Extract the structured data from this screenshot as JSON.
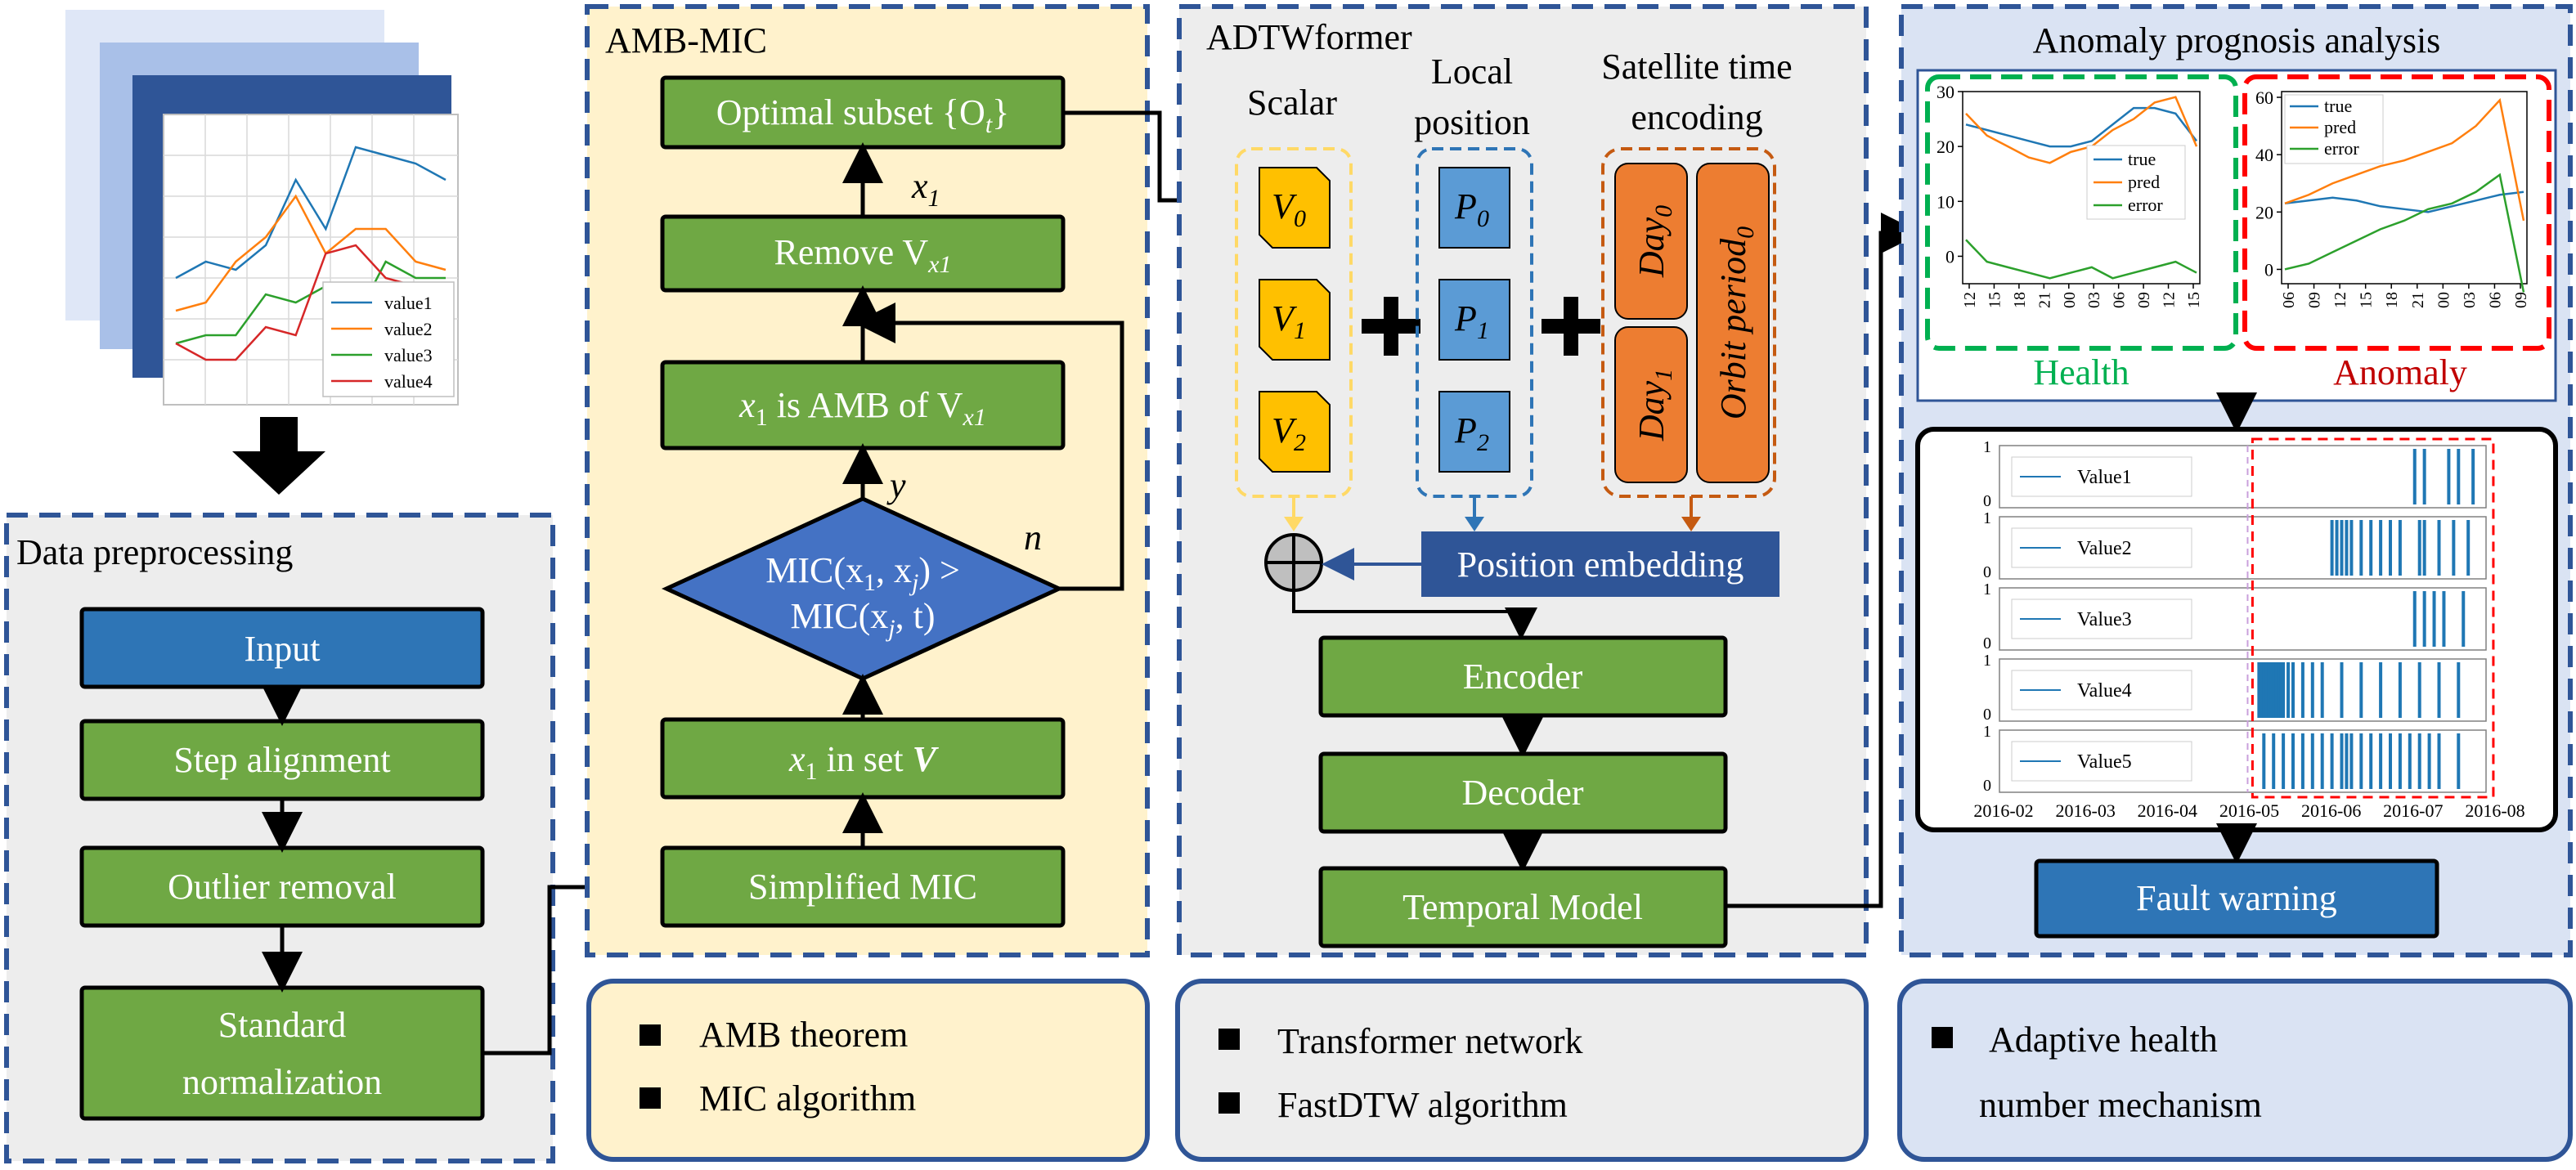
{
  "sections": {
    "preprocessing": {
      "title": "Data preprocessing",
      "steps": [
        "Input",
        "Step alignment",
        "Outlier removal",
        "Standard",
        "normalization"
      ]
    },
    "amb_mic": {
      "title": "AMB-MIC",
      "nodes": {
        "optimal": "Optimal subset {O",
        "optimal_sub": "t",
        "x1_label": "x",
        "x1_sub": "1",
        "remove": "Remove V",
        "remove_sub": "x1",
        "is_amb_a": "x",
        "is_amb_b": "1",
        "is_amb_c": " is AMB of V",
        "is_amb_d": "x1",
        "y_label": "y",
        "n_label": "n",
        "mic_line1": "MIC(x",
        "mic_line1_b": "1",
        "mic_line1_c": ", x",
        "mic_line1_d": "j",
        "mic_line1_e": ") >",
        "mic_line2": "MIC(x",
        "mic_line2_b": "j",
        "mic_line2_c": ", t)",
        "inset_a": "x",
        "inset_b": "1",
        "inset_c": " in set ",
        "inset_d": "V",
        "simplified": "Simplified MIC"
      }
    },
    "adtwformer": {
      "title": "ADTWformer",
      "scalar_label": "Scalar",
      "local_label_1": "Local",
      "local_label_2": "position",
      "sat_label_1": "Satellite time",
      "sat_label_2": "encoding",
      "v_sym": "V",
      "p_sym": "P",
      "subs": [
        "0",
        "1",
        "2"
      ],
      "day": "Day",
      "orbit": "Orbit period",
      "position_embedding": "Position embedding",
      "encoder": "Encoder",
      "decoder": "Decoder",
      "temporal": "Temporal Model"
    },
    "anomaly": {
      "title": "Anomaly prognosis analysis",
      "health_label": "Health",
      "anomaly_label": "Anomaly",
      "fault_warning": "Fault warning"
    }
  },
  "legends": {
    "amb": [
      "AMB theorem",
      "MIC algorithm"
    ],
    "adtw": [
      "Transformer network",
      "FastDTW algorithm"
    ],
    "anomaly": [
      "Adaptive health",
      "number mechanism"
    ]
  },
  "colors": {
    "green": "#6fa844",
    "blue_box": "#2e75b6",
    "diamond": "#4472c4",
    "orange": "#ed7d31",
    "yellow": "#ffc000",
    "light_blue": "#5b9bd5",
    "dash_border": "#2f5597"
  },
  "chart_data": [
    {
      "type": "line",
      "series": [
        {
          "name": "value1",
          "values": [
            12,
            14,
            13,
            16,
            24,
            18,
            28,
            27,
            26,
            24
          ]
        },
        {
          "name": "value2",
          "values": [
            8,
            9,
            14,
            17,
            22,
            15,
            18,
            18,
            14,
            13
          ]
        },
        {
          "name": "value3",
          "values": [
            4,
            5,
            5,
            10,
            9,
            11,
            7,
            14,
            12,
            12
          ]
        },
        {
          "name": "value4",
          "values": [
            4,
            2,
            2,
            6,
            5,
            15,
            16,
            12,
            11,
            10
          ]
        }
      ]
    },
    {
      "type": "line",
      "title": "",
      "yticks": [
        "30",
        "20",
        "10",
        "0"
      ],
      "xticks": [
        "12",
        "15",
        "18",
        "21",
        "00",
        "03",
        "06",
        "09",
        "12",
        "15"
      ],
      "ylim": [
        -5,
        30
      ],
      "series": [
        {
          "name": "true",
          "values": [
            24,
            23,
            22,
            21,
            20,
            20,
            21,
            24,
            27,
            27,
            26,
            21
          ]
        },
        {
          "name": "pred",
          "values": [
            26,
            22,
            20,
            18,
            17,
            19,
            20,
            23,
            25,
            28,
            29,
            20
          ]
        },
        {
          "name": "error",
          "values": [
            3,
            -1,
            -2,
            -3,
            -4,
            -3,
            -2,
            -4,
            -3,
            -2,
            -1,
            -3
          ]
        }
      ]
    },
    {
      "type": "line",
      "yticks": [
        "60",
        "40",
        "20",
        "0"
      ],
      "xticks": [
        "06",
        "09",
        "12",
        "15",
        "18",
        "21",
        "00",
        "03",
        "06",
        "09"
      ],
      "ylim": [
        -5,
        62
      ],
      "series": [
        {
          "name": "true",
          "values": [
            23,
            24,
            25,
            24,
            22,
            21,
            20,
            22,
            24,
            26,
            27
          ]
        },
        {
          "name": "pred",
          "values": [
            23,
            26,
            30,
            33,
            36,
            38,
            41,
            44,
            50,
            59,
            17
          ]
        },
        {
          "name": "error",
          "values": [
            0,
            2,
            6,
            10,
            14,
            17,
            21,
            23,
            27,
            33,
            -8
          ]
        }
      ]
    },
    {
      "type": "bar",
      "series_names": [
        "Value1",
        "Value2",
        "Value3",
        "Value4",
        "Value5"
      ],
      "yticks": [
        "1",
        "0"
      ],
      "xticks": [
        "2016-02",
        "2016-03",
        "2016-04",
        "2016-05",
        "2016-06",
        "2016-07",
        "2016-08"
      ]
    }
  ]
}
